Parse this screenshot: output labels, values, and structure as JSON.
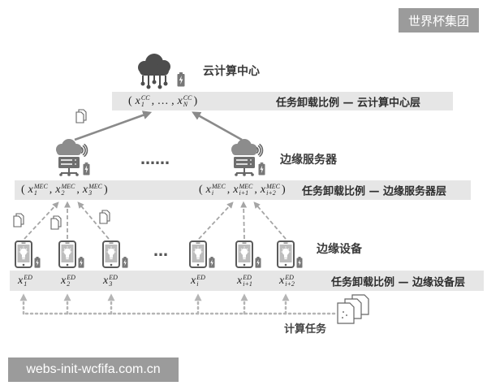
{
  "badges": {
    "top_right": "世界杯集团",
    "bottom_left": "webs-init-wcfifa.com.cn"
  },
  "layers": {
    "cloud": {
      "title": "云计算中心",
      "band_label": "任务卸载比例 — 云计算中心层",
      "expr": [
        "(",
        {
          "base": "x",
          "sub": "1",
          "sup": "CC"
        },
        ", … ,",
        {
          "base": "x",
          "sub": "N",
          "sup": "CC"
        },
        ")"
      ]
    },
    "edge_server": {
      "title": "边缘服务器",
      "ellipsis": "……",
      "band_label": "任务卸载比例 — 边缘服务器层",
      "expr_left": [
        "(",
        {
          "base": "x",
          "sub": "1",
          "sup": "MEC"
        },
        ",",
        {
          "base": "x",
          "sub": "2",
          "sup": "MEC"
        },
        ",",
        {
          "base": "x",
          "sub": "3",
          "sup": "MEC"
        },
        ")"
      ],
      "expr_right": [
        "(",
        {
          "base": "x",
          "sub": "i",
          "sup": "MEC"
        },
        ",",
        {
          "base": "x",
          "sub": "i+1",
          "sup": "MEC"
        },
        ",",
        {
          "base": "x",
          "sub": "i+2",
          "sup": "MEC"
        },
        ")"
      ]
    },
    "edge_device": {
      "title": "边缘设备",
      "ellipsis": "…",
      "band_label": "任务卸载比例 — 边缘设备层",
      "vars": [
        {
          "base": "x",
          "sub": "1",
          "sup": "ED"
        },
        {
          "base": "x",
          "sub": "2",
          "sup": "ED"
        },
        {
          "base": "x",
          "sub": "3",
          "sup": "ED"
        },
        {
          "base": "x",
          "sub": "i",
          "sup": "ED"
        },
        {
          "base": "x",
          "sub": "i+1",
          "sup": "ED"
        },
        {
          "base": "x",
          "sub": "i+2",
          "sup": "ED"
        }
      ]
    }
  },
  "tasks_label": "计算任务",
  "icons": {
    "cloud_center": "cloud-computing-center-icon",
    "edge_server": "edge-server-icon",
    "edge_device": "mobile-device-icon",
    "battery": "battery-icon",
    "task_document": "task-document-icon",
    "task_stack": "computing-task-stack-icon"
  },
  "colors": {
    "band": "#e6e6e6",
    "badge": "#9b9b9b",
    "text": "#333333",
    "arrow": "#8a8a8a"
  }
}
